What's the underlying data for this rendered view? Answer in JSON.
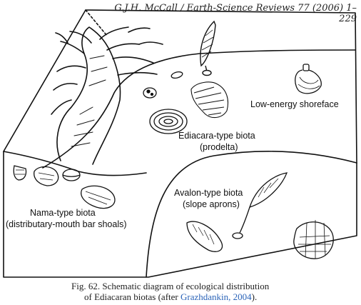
{
  "header": {
    "citation": "G.J.H. McCall / Earth-Science Reviews 77 (2006) 1–229"
  },
  "labels": {
    "low_energy": "Low-energy shoreface",
    "ediacara_1": "Ediacara-type biota",
    "ediacara_2": "(prodelta)",
    "avalon_1": "Avalon-type biota",
    "avalon_2": "(slope aprons)",
    "nama_1": "Nama-type biota",
    "nama_2": "(distributary-mouth bar shoals)"
  },
  "caption": {
    "line1": "Fig. 62. Schematic diagram of ecological distribution",
    "line2_pre": "of Ediacaran biotas (after ",
    "link": "Grazhdankin, 2004",
    "line2_post": ")."
  },
  "icons": [
    "frond-fossil-icon",
    "disc-fossil-icon",
    "dickinsonia-fossil-icon",
    "sponge-fossil-icon",
    "quilted-fossil-icon"
  ]
}
